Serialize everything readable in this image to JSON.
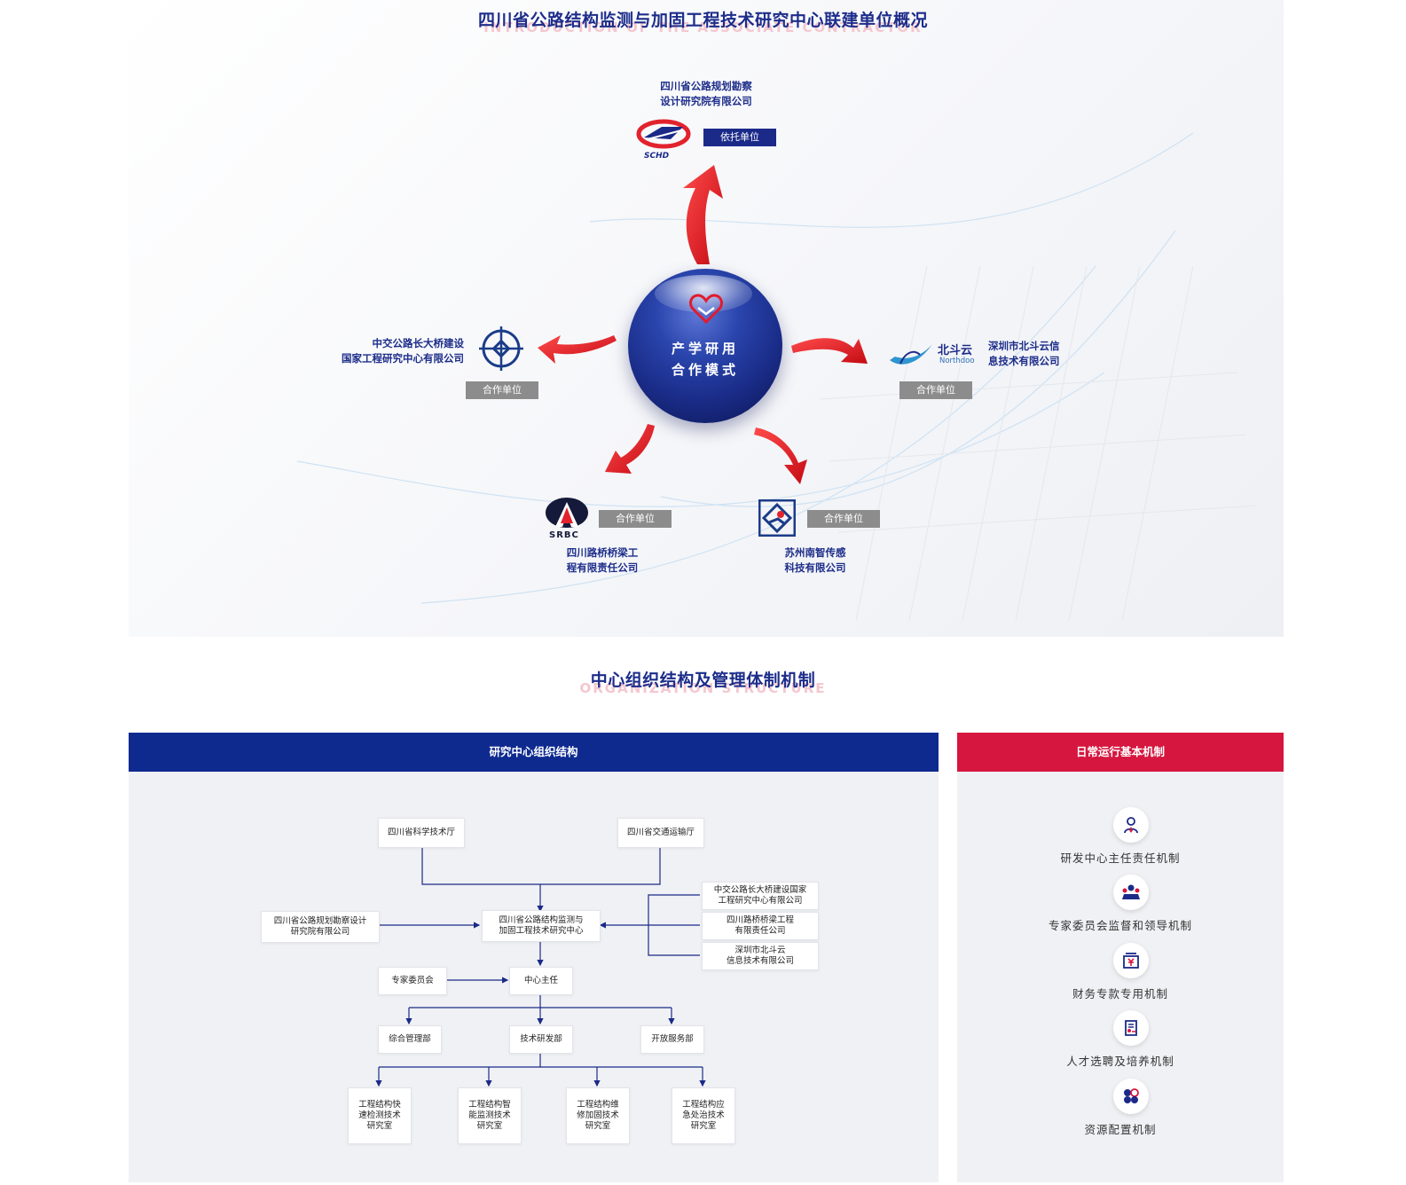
{
  "section1": {
    "title": "四川省公路结构监测与加固工程技术研究中心联建单位概况",
    "subtitle": "INTRODUCTION OF THE ASSOCIATE CONTRACTOR",
    "center": {
      "line1": "产学研用",
      "line2": "合作模式"
    },
    "units": {
      "top": {
        "name_line1": "四川省公路规划勘察",
        "name_line2": "设计研究院有限公司",
        "logo_text": "SCHD",
        "badge": "依托单位"
      },
      "left": {
        "name_line1": "中交公路长大桥建设",
        "name_line2": "国家工程研究中心有限公司",
        "badge": "合作单位"
      },
      "right": {
        "name_line1": "深圳市北斗云信",
        "name_line2": "息技术有限公司",
        "logo_cn": "北斗云",
        "logo_en": "Northdoo",
        "badge": "合作单位"
      },
      "bottom_left": {
        "name_line1": "四川路桥桥梁工",
        "name_line2": "程有限责任公司",
        "logo_text": "SRBC",
        "badge": "合作单位"
      },
      "bottom_right": {
        "name_line1": "苏州南智传感",
        "name_line2": "科技有限公司",
        "badge": "合作单位"
      }
    }
  },
  "section2": {
    "title": "中心组织结构及管理体制机制",
    "subtitle": "ORGANIZATION STRUCTURE",
    "left_panel": {
      "header": "研究中心组织结构",
      "nodes": {
        "sci_dept": "四川省科学技术厅",
        "trans_dept": "四川省交通运输厅",
        "design_inst_l1": "四川省公路规划勘察设计",
        "design_inst_l2": "研究院有限公司",
        "center_l1": "四川省公路结构监测与",
        "center_l2": "加固工程技术研究中心",
        "ccc_l1": "中交公路长大桥建设国家",
        "ccc_l2": "工程研究中心有限公司",
        "srbc_l1": "四川路桥桥梁工程",
        "srbc_l2": "有限责任公司",
        "bd_l1": "深圳市北斗云",
        "bd_l2": "信息技术有限公司",
        "expert": "专家委员会",
        "director": "中心主任",
        "dept1": "综合管理部",
        "dept2": "技术研发部",
        "dept3": "开放服务部",
        "lab1": [
          "工程结构快",
          "速检测技术",
          "研究室"
        ],
        "lab2": [
          "工程结构智",
          "能监测技术",
          "研究室"
        ],
        "lab3": [
          "工程结构维",
          "修加固技术",
          "研究室"
        ],
        "lab4": [
          "工程结构应",
          "急处治技术",
          "研究室"
        ]
      }
    },
    "right_panel": {
      "header": "日常运行基本机制",
      "items": [
        {
          "label": "研发中心主任责任机制",
          "icon": "person-tie-icon"
        },
        {
          "label": "专家委员会监督和领导机制",
          "icon": "group-icon"
        },
        {
          "label": "财务专款专用机制",
          "icon": "finance-icon"
        },
        {
          "label": "人才选聘及培养机制",
          "icon": "resume-icon"
        },
        {
          "label": "资源配置机制",
          "icon": "resource-icon"
        }
      ]
    }
  },
  "colors": {
    "navy": "#1d2d8a",
    "red": "#d6163f",
    "gray_badge": "#8c8c8c",
    "arrow_red": "#e01b24"
  }
}
